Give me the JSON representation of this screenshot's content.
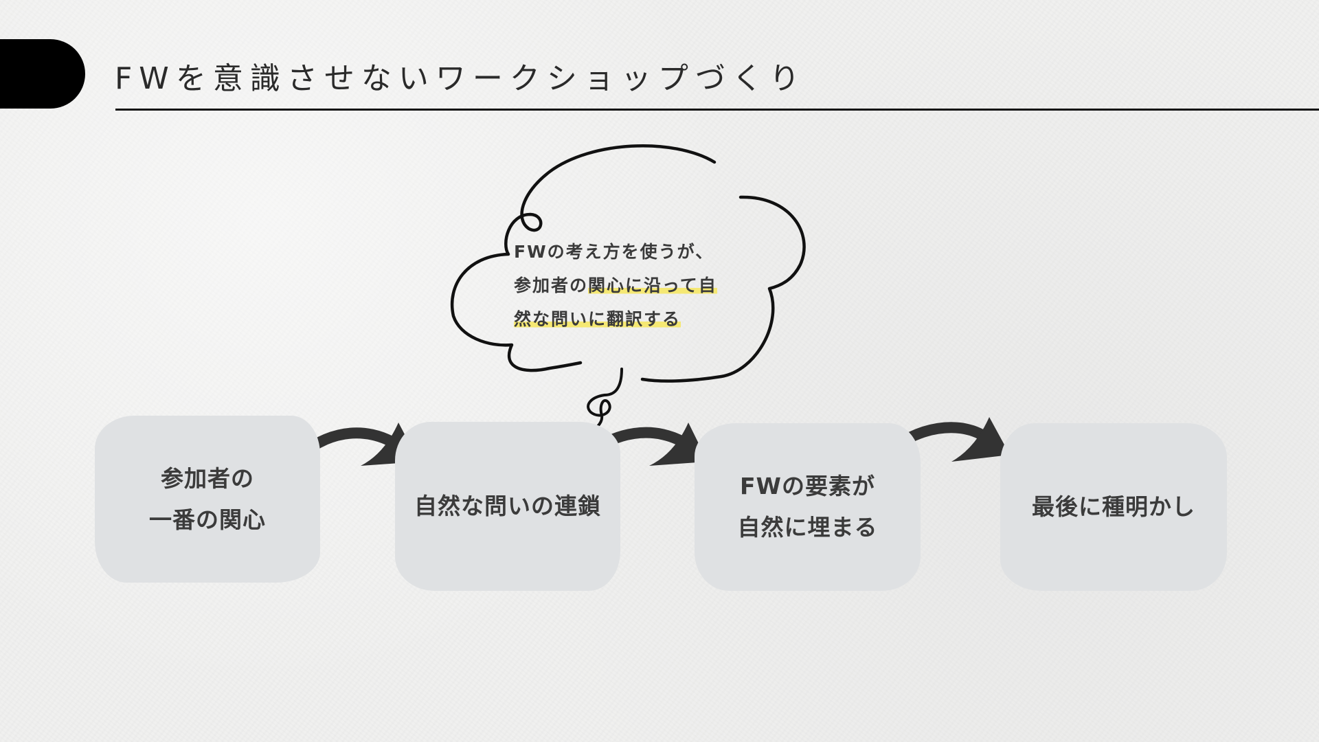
{
  "slide": {
    "title": "FWを意識させないワークショップづくり"
  },
  "bubble": {
    "line1": "FWの考え方を使うが、",
    "line2_plain": "参加者の",
    "line2_highlight": "関心に沿って自",
    "line3_highlight": "然な問いに翻訳する"
  },
  "steps": [
    {
      "line1": "参加者の",
      "line2": "一番の関心"
    },
    {
      "line1": "自然な問いの連鎖"
    },
    {
      "line1": "FWの要素が",
      "line2": "自然に埋まる"
    },
    {
      "line1": "最後に種明かし"
    }
  ],
  "colors": {
    "tab": "#000000",
    "step_fill": "#dfe1e3",
    "highlight": "#f5e873",
    "ink": "#111111"
  }
}
